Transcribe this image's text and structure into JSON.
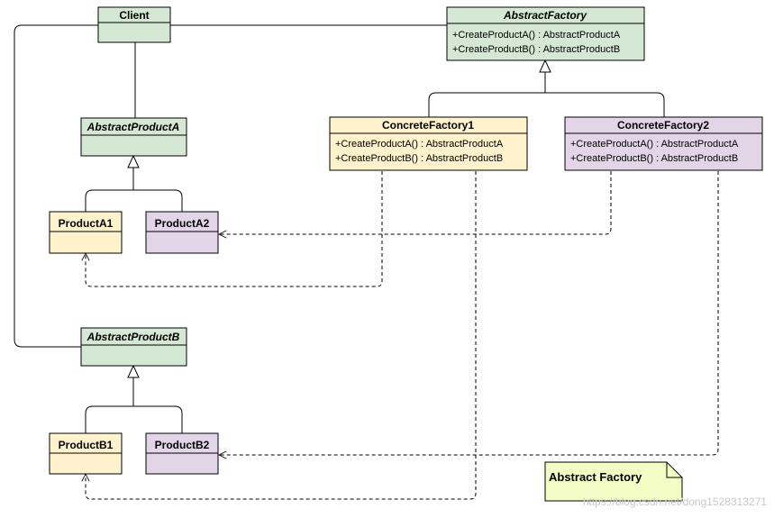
{
  "colors": {
    "green_fill": "#d5e8d4",
    "yellow_fill": "#fff2cc",
    "purple_fill": "#e1d5e7",
    "note_fill": "#f2fcc4",
    "stroke": "#000000"
  },
  "classes": {
    "client": {
      "name": "Client"
    },
    "abstract_factory": {
      "name": "AbstractFactory",
      "methods": [
        "+CreateProductA() : AbstractProductA",
        "+CreateProductB() : AbstractProductB"
      ]
    },
    "concrete_factory_1": {
      "name": "ConcreteFactory1",
      "methods": [
        "+CreateProductA() : AbstractProductA",
        "+CreateProductB() : AbstractProductB"
      ]
    },
    "concrete_factory_2": {
      "name": "ConcreteFactory2",
      "methods": [
        "+CreateProductA() : AbstractProductA",
        "+CreateProductB() : AbstractProductB"
      ]
    },
    "abstract_product_a": {
      "name": "AbstractProductA"
    },
    "abstract_product_b": {
      "name": "AbstractProductB"
    },
    "product_a1": {
      "name": "ProductA1"
    },
    "product_a2": {
      "name": "ProductA2"
    },
    "product_b1": {
      "name": "ProductB1"
    },
    "product_b2": {
      "name": "ProductB2"
    }
  },
  "note": {
    "text": "Abstract Factory"
  },
  "watermark": {
    "text": "https://blog.csdn.net/dong1528313271"
  }
}
